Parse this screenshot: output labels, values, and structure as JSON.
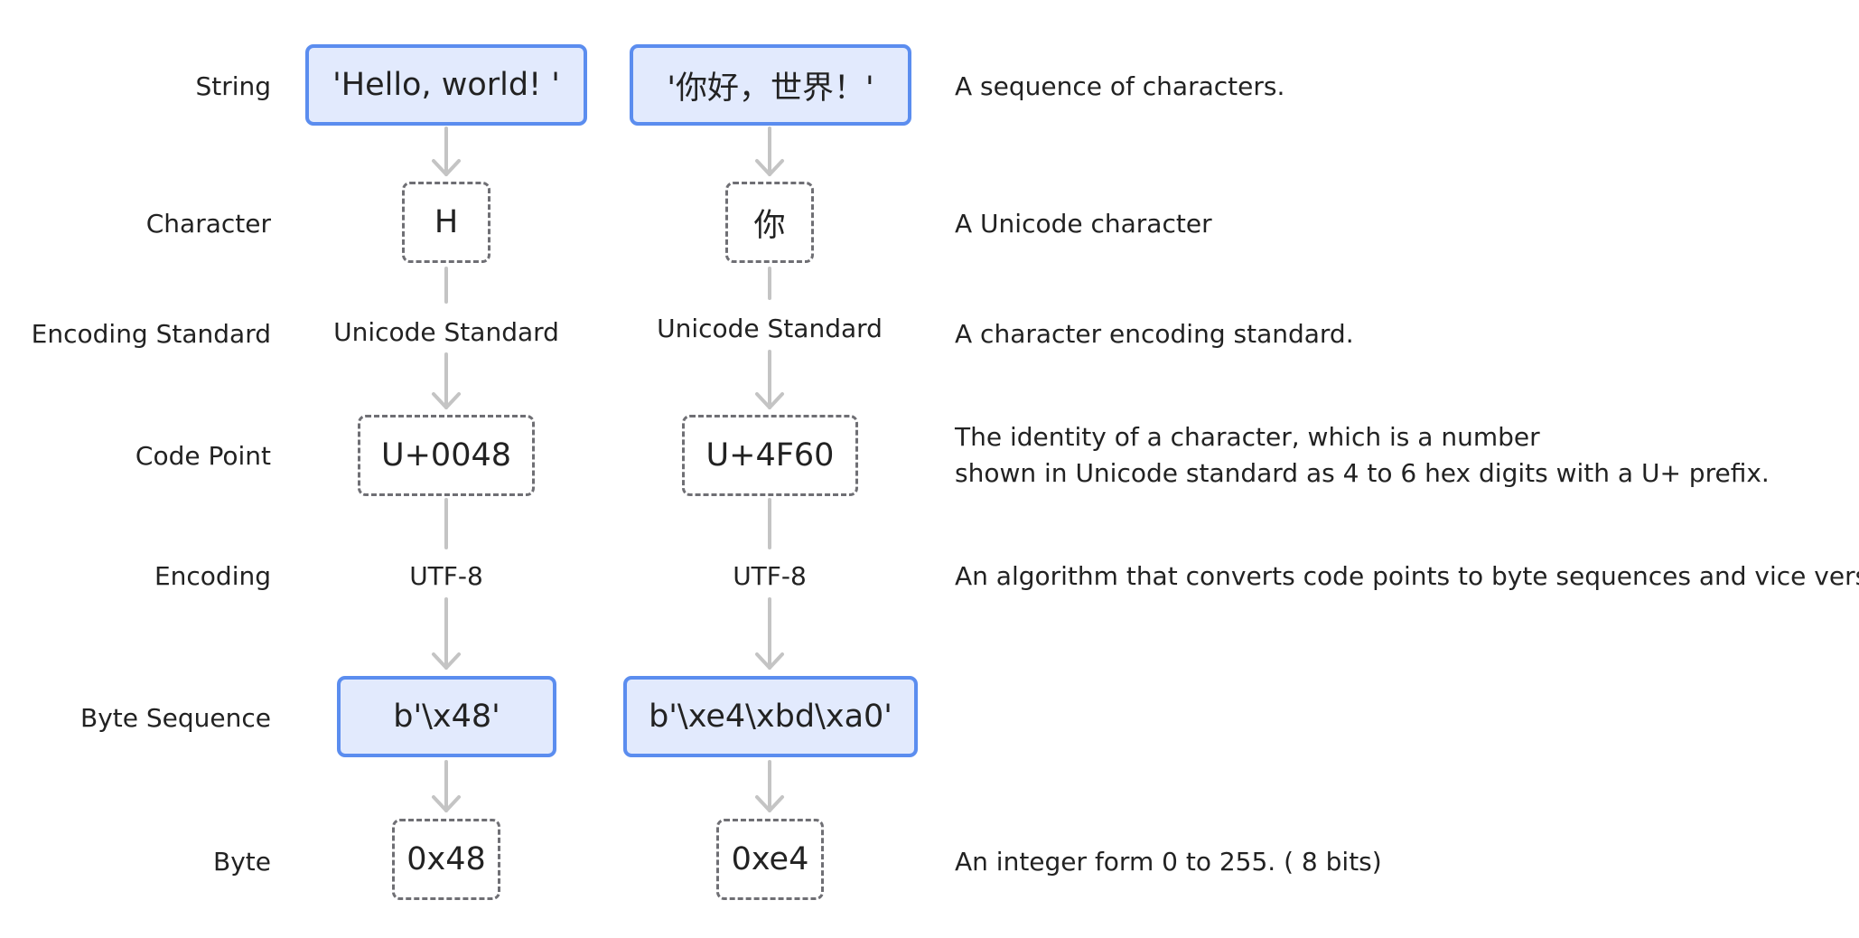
{
  "rows": {
    "string": "String",
    "character": "Character",
    "encoding_standard": "Encoding Standard",
    "code_point": "Code Point",
    "encoding": "Encoding",
    "byte_sequence": "Byte Sequence",
    "byte": "Byte"
  },
  "left": {
    "string": "'Hello, world! '",
    "character": "H",
    "encoding_standard": "Unicode Standard",
    "code_point": "U+0048",
    "encoding": "UTF-8",
    "byte_sequence": "b'\\x48'",
    "byte": "0x48"
  },
  "right": {
    "string": "'你好，世界！'",
    "character": "你",
    "encoding_standard": "Unicode Standard",
    "code_point": "U+4F60",
    "encoding": "UTF-8",
    "byte_sequence": "b'\\xe4\\xbd\\xa0'",
    "byte": "0xe4"
  },
  "descriptions": {
    "string": "A sequence of characters.",
    "character": "A Unicode character",
    "encoding_standard": "A character encoding standard.",
    "code_point_line1": "The identity of a character, which is a number",
    "code_point_line2": "shown in Unicode standard as 4 to 6 hex digits with a U+ prefix.",
    "encoding": "An algorithm that converts code points to byte sequences and vice versa.",
    "byte": "An integer form 0 to 255. ( 8 bits)"
  },
  "colors": {
    "solid_fill": "#e2eafd",
    "solid_border": "#5b8def",
    "dashed_border": "#6f6f74",
    "arrow": "#c4c4c4",
    "text": "#222222"
  }
}
